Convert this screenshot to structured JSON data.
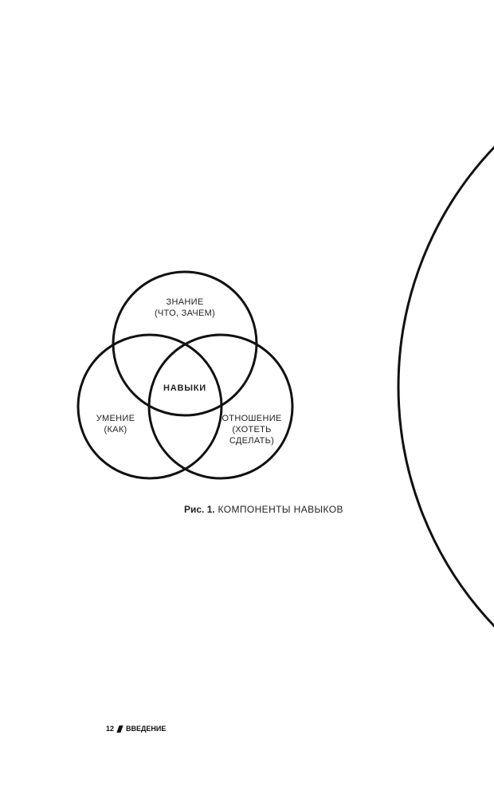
{
  "diagram": {
    "circles": [
      {
        "name": "knowledge",
        "lines": [
          "ЗНАНИЕ",
          "(ЧТО, ЗАЧЕМ)"
        ]
      },
      {
        "name": "skill",
        "lines": [
          "УМЕНИЕ",
          "(КАК)"
        ]
      },
      {
        "name": "attitude",
        "lines": [
          "ОТНОШЕНИЕ",
          "(ХОТЕТЬ",
          "СДЕЛАТЬ)"
        ]
      }
    ],
    "intersection": "НАВЫКИ"
  },
  "caption": {
    "prefix": "Рис. 1.",
    "text": "КОМПОНЕНТЫ НАВЫКОВ"
  },
  "footer": {
    "page_number": "12",
    "section": "ВВЕДЕНИЕ"
  }
}
